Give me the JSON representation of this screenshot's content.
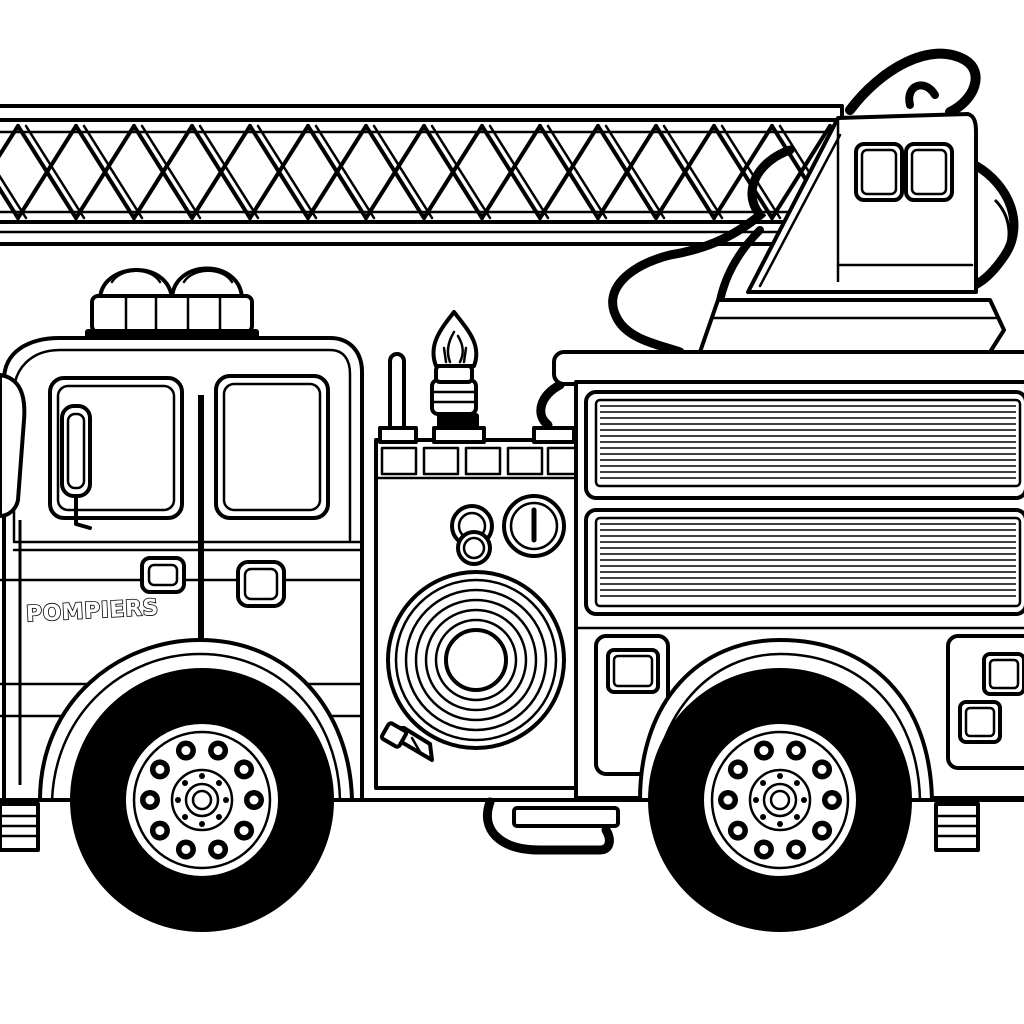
{
  "scene": {
    "subject": "fire-truck",
    "style": "black-and-white line art",
    "colors": {
      "ink": "#000000",
      "paper": "#ffffff"
    },
    "door_label": "POMPIERS"
  }
}
